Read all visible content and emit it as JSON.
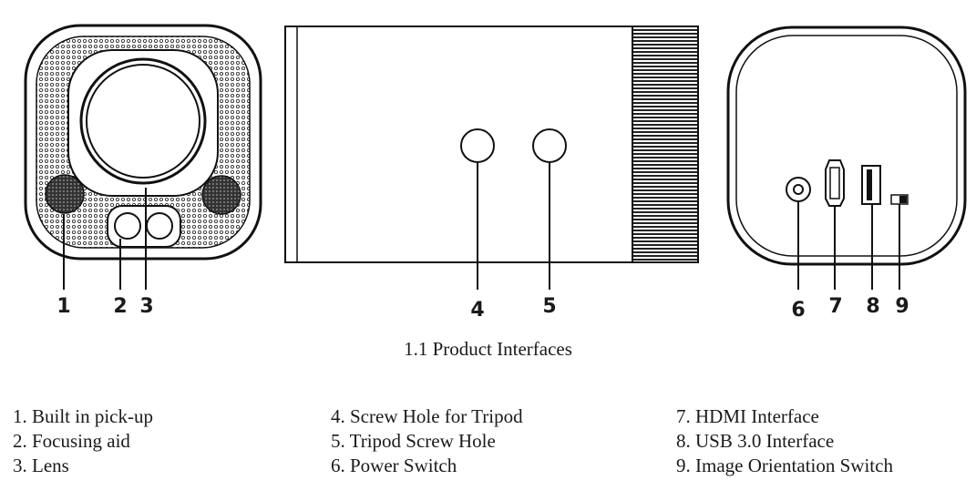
{
  "callouts": [
    "1",
    "2",
    "3",
    "4",
    "5",
    "6",
    "7",
    "8",
    "9"
  ],
  "caption": "1.1 Product Interfaces",
  "legend": {
    "col1": [
      "1. Built in pick-up",
      "2. Focusing aid",
      "3. Lens"
    ],
    "col2": [
      "4. Screw Hole for Tripod",
      "5. Tripod Screw Hole",
      "6. Power Switch"
    ],
    "col3": [
      "7. HDMI Interface",
      "8. USB 3.0 Interface",
      "9. Image Orientation Switch"
    ]
  }
}
